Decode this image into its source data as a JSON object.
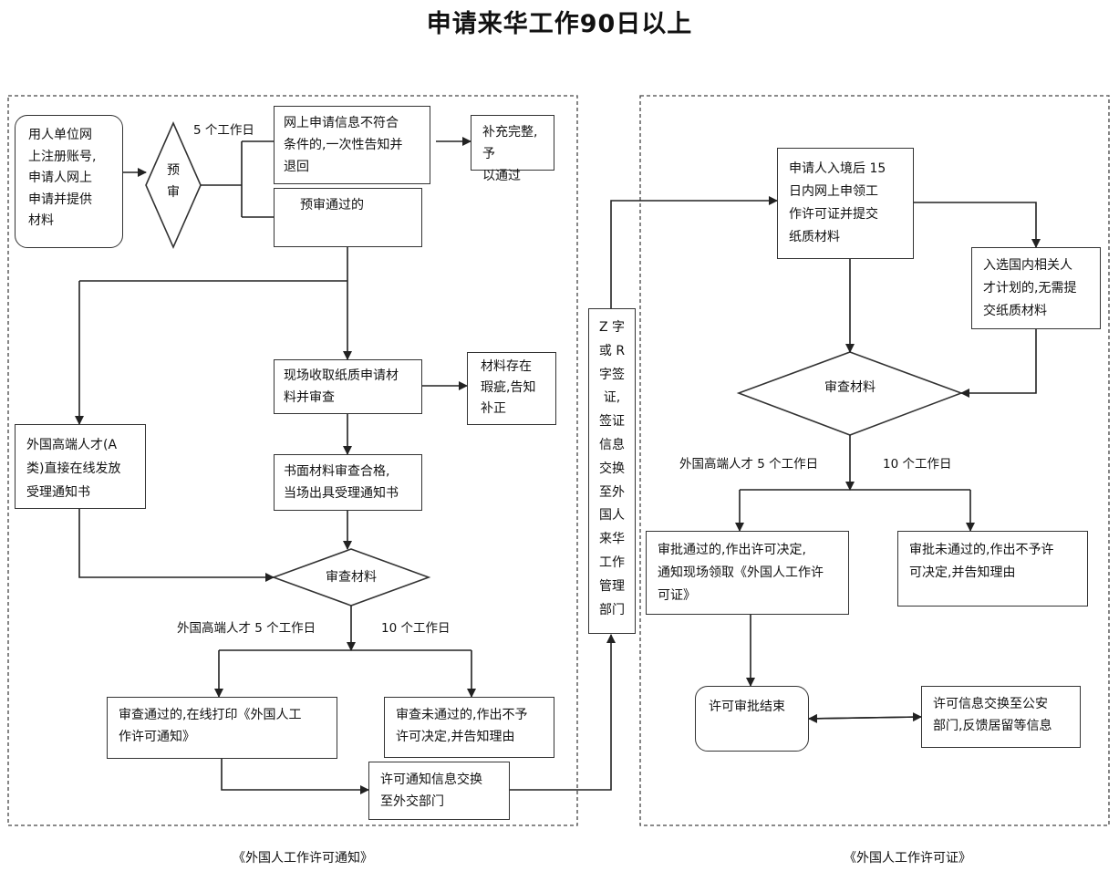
{
  "title": "申请来华工作90日以上",
  "left": {
    "caption": "《外国人工作许可通知》",
    "register": "用人单位网\n上注册账号,\n申请人网上\n申请并提供\n材料",
    "prereview": "预\n审",
    "days5_top": "5 个工作日",
    "online_fail": "网上申请信息不符合\n条件的,一次性告知并\n退回",
    "supplement": "补充完整,予\n以通过",
    "prereview_pass": "预审通过的",
    "onsite": "现场收取纸质申请材\n料并审查",
    "defect": "材料存在\n瑕疵,告知\n补正",
    "high_end": "外国高端人才(A\n类)直接在线发放\n受理通知书",
    "written_ok": "书面材料审查合格,\n当场出具受理通知书",
    "review": "审查材料",
    "days_high": "外国高端人才 5 个工作日",
    "days10": "10 个工作日",
    "pass": "审查通过的,在线打印《外国人工\n作许可通知》",
    "fail": "审查未通过的,作出不予\n许可决定,并告知理由",
    "exchange": "许可通知信息交换\n至外交部门"
  },
  "middle": {
    "visa": "Z 字\n或 R\n字签\n证,\n签证\n信息\n交换\n至外\n国人\n来华\n工作\n管理\n部门"
  },
  "right": {
    "caption": "《外国人工作许可证》",
    "entry": "申请人入境后 15\n日内网上申领工\n作许可证并提交\n纸质材料",
    "talent": "入选国内相关人\n才计划的,无需提\n交纸质材料",
    "review": "审查材料",
    "days_high": "外国高端人才 5 个工作日",
    "days10": "10 个工作日",
    "approve": "审批通过的,作出许可决定,\n通知现场领取《外国人工作许\n可证》",
    "reject": "审批未通过的,作出不予许\n可决定,并告知理由",
    "end": "许可审批结束",
    "public_security": "许可信息交换至公安\n部门,反馈居留等信息"
  }
}
